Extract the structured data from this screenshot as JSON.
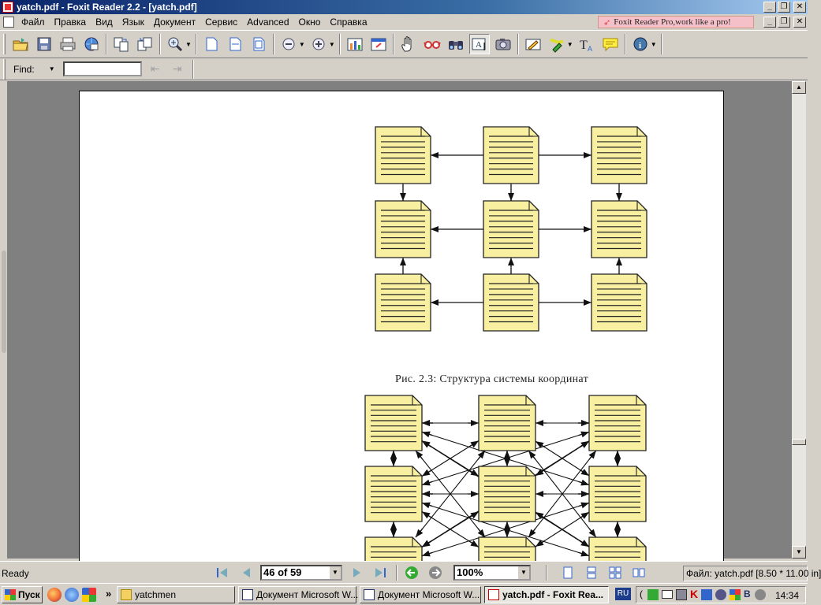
{
  "window": {
    "title": "yatch.pdf - Foxit Reader 2.2 - [yatch.pdf]",
    "buttons": {
      "minimize": "_",
      "restore": "❐",
      "close": "✕"
    }
  },
  "menu": {
    "items": [
      "Файл",
      "Правка",
      "Вид",
      "Язык",
      "Документ",
      "Сервис",
      "Advanced",
      "Окно",
      "Справка"
    ],
    "promo": "Foxit Reader Pro,work like a pro!"
  },
  "toolbar": {
    "buttons": [
      {
        "icon": "open-folder-icon"
      },
      {
        "icon": "save-icon"
      },
      {
        "icon": "print-icon"
      },
      {
        "icon": "email-icon"
      },
      {
        "icon": "copy-pages-icon"
      },
      {
        "icon": "paste-pages-icon"
      },
      {
        "icon": "zoom-in-icon"
      },
      {
        "icon": "single-page-icon"
      },
      {
        "icon": "fit-width-icon"
      },
      {
        "icon": "fit-page-icon"
      },
      {
        "icon": "zoom-out-circle-icon"
      },
      {
        "icon": "zoom-in-circle-icon"
      },
      {
        "icon": "chart-icon"
      },
      {
        "icon": "window-icon"
      },
      {
        "icon": "hand-tool-icon"
      },
      {
        "icon": "glasses-icon"
      },
      {
        "icon": "binoculars-icon"
      },
      {
        "icon": "select-text-icon"
      },
      {
        "icon": "snapshot-icon"
      },
      {
        "icon": "pencil-icon"
      },
      {
        "icon": "highlighter-icon"
      },
      {
        "icon": "typewriter-icon"
      },
      {
        "icon": "note-icon"
      },
      {
        "icon": "info-icon"
      }
    ]
  },
  "find": {
    "label": "Find:",
    "value": ""
  },
  "document": {
    "caption": "Рис. 2.3: Структура системы координат"
  },
  "status": {
    "text": "Ready",
    "page": "46 of 59",
    "zoom": "100%",
    "file_info": "Файл: yatch.pdf [8.50 * 11.00 in]"
  },
  "taskbar": {
    "start": "Пуск",
    "tasks": [
      {
        "label": "yatchmen",
        "active": false
      },
      {
        "label": "Документ Microsoft W...",
        "active": false
      },
      {
        "label": "Документ Microsoft W...",
        "active": false
      },
      {
        "label": "yatch.pdf - Foxit Rea...",
        "active": true
      }
    ],
    "language": "RU",
    "clock": "14:34"
  },
  "colors": {
    "title_gradient_start": "#0a246a",
    "node_fill": "#f8f0a0",
    "doc_background": "#808080"
  }
}
